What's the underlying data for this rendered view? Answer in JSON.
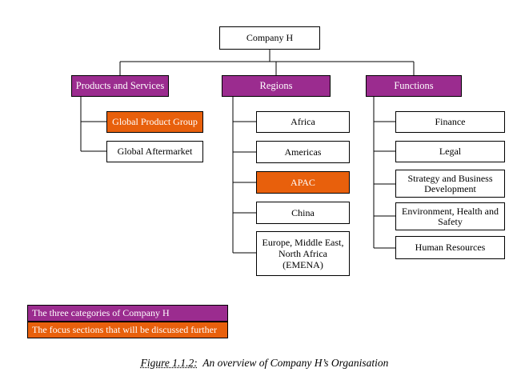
{
  "root": "Company H",
  "categories": {
    "products": "Products and Services",
    "regions": "Regions",
    "functions": "Functions"
  },
  "products": [
    "Global Product Group",
    "Global Aftermarket"
  ],
  "regions": [
    "Africa",
    "Americas",
    "APAC",
    "China",
    "Europe, Middle East, North Africa (EMENA)"
  ],
  "functions": [
    "Finance",
    "Legal",
    "Strategy and Business Development",
    "Environment, Health and Safety",
    "Human Resources"
  ],
  "legend": {
    "categories": "The three categories of Company H",
    "focus": "The focus sections that will be discussed further"
  },
  "caption": {
    "label": "Figure 1.1.2:",
    "text": "An overview of Company H’s Organisation"
  },
  "colors": {
    "category": "#9b2c8f",
    "focus": "#e8600c"
  }
}
